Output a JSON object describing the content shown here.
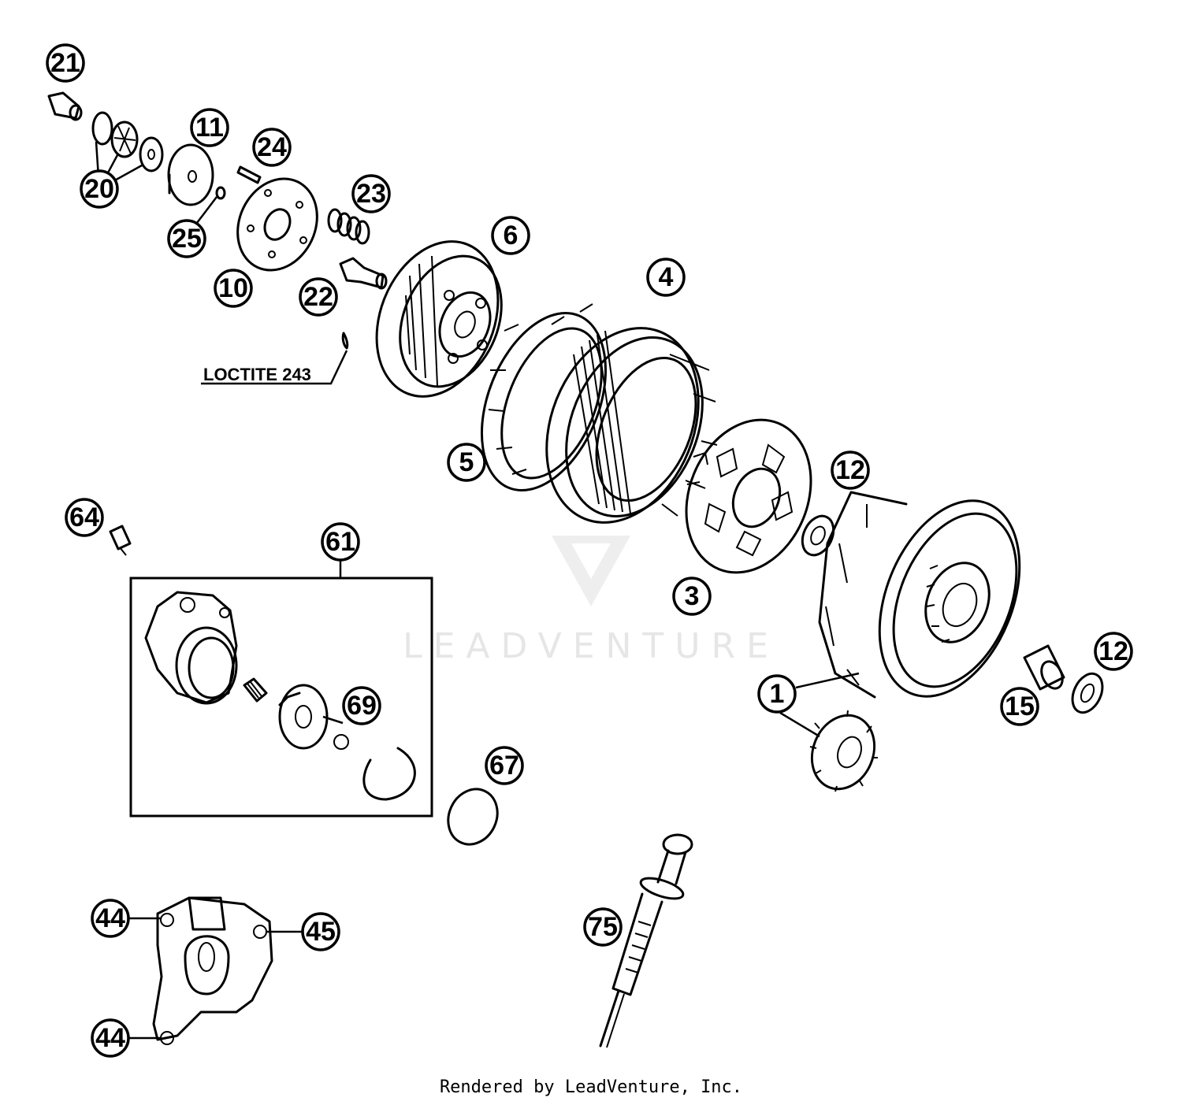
{
  "callouts": [
    "21",
    "20",
    "11",
    "24",
    "25",
    "10",
    "23",
    "22",
    "6",
    "4",
    "5",
    "3",
    "12",
    "12",
    "1",
    "15",
    "64",
    "61",
    "69",
    "67",
    "44",
    "45",
    "44",
    "75"
  ],
  "note": "LOCTITE 243",
  "watermark": "LEADVENTURE",
  "footer": "Rendered by LeadVenture, Inc."
}
